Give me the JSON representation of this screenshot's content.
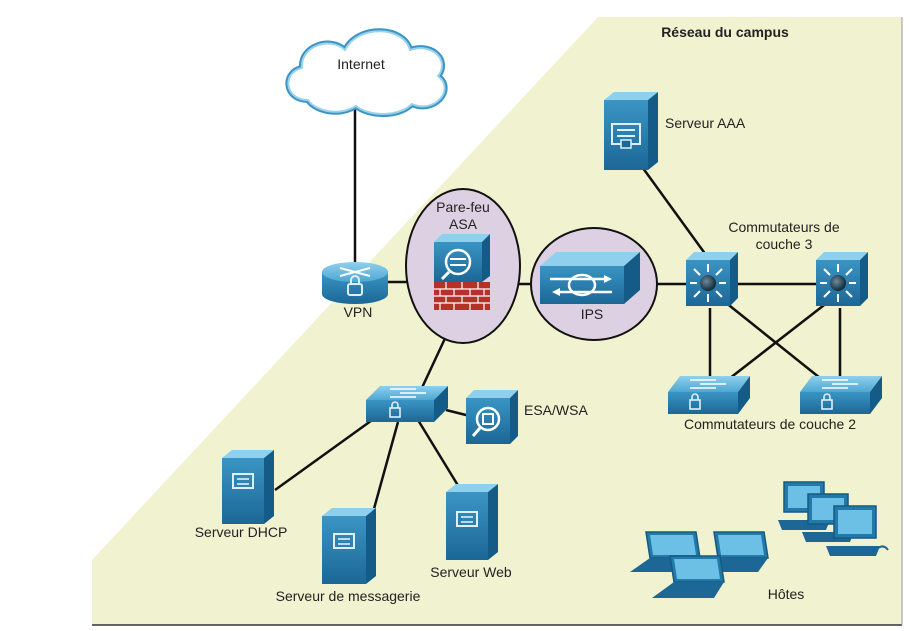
{
  "diagram": {
    "zone_title": "Réseau du campus",
    "internet": "Internet",
    "vpn": "VPN",
    "firewall": [
      "Pare-feu",
      "ASA"
    ],
    "ips": "IPS",
    "aaa_server": "Serveur AAA",
    "l3_switches": [
      "Commutateurs de",
      "couche 3"
    ],
    "l2_switches": "Commutateurs de couche 2",
    "esa_wsa": "ESA/WSA",
    "dhcp_server": "Serveur DHCP",
    "mail_server": "Serveur de messagerie",
    "web_server": "Serveur Web",
    "hosts": "Hôtes"
  },
  "colors": {
    "zone_fill": "#f1f2cf",
    "device_blue": "#2379a8",
    "device_dark": "#145a85",
    "device_light": "#4ea7d1",
    "bubble_fill": "#ddd0e3",
    "firewall_red": "#b5312c",
    "line": "#111111"
  }
}
